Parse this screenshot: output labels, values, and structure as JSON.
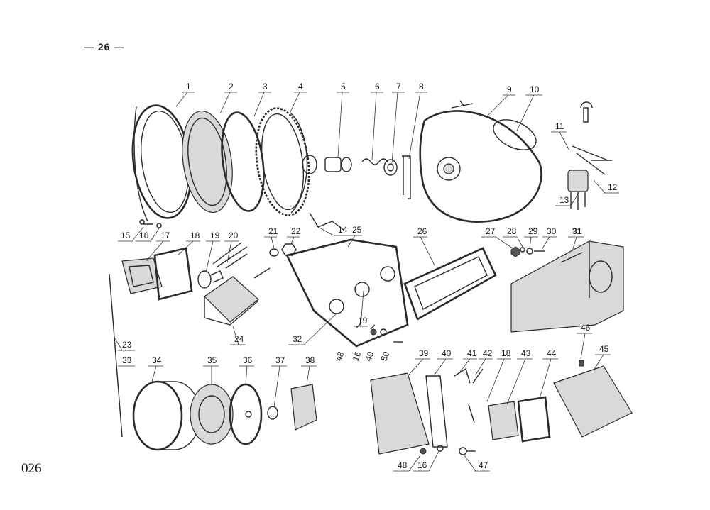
{
  "page_number": "— 26 —",
  "plate_id": "026",
  "callouts": {
    "c1": "1",
    "c2": "2",
    "c3": "3",
    "c4": "4",
    "c5": "5",
    "c6": "6",
    "c7": "7",
    "c8": "8",
    "c9": "9",
    "c10": "10",
    "c11": "11",
    "c12": "12",
    "c13": "13",
    "c14": "14",
    "c15": "15",
    "c16a": "16",
    "c17": "17",
    "c18a": "18",
    "c19a": "19",
    "c20": "20",
    "c21": "21",
    "c22": "22",
    "c23": "23",
    "c24": "24",
    "c25": "25",
    "c26": "26",
    "c27": "27",
    "c28": "28",
    "c29": "29",
    "c30": "30",
    "c31": "31",
    "c32": "32",
    "c19b": "19",
    "c48a": "48",
    "c16b": "16",
    "c49": "49",
    "c50": "50",
    "c33": "33",
    "c34": "34",
    "c35": "35",
    "c36": "36",
    "c37": "37",
    "c38": "38",
    "c39": "39",
    "c40": "40",
    "c41": "41",
    "c42": "42",
    "c18b": "18",
    "c43": "43",
    "c44": "44",
    "c45": "45",
    "c46": "46",
    "c48b": "48",
    "c16c": "16",
    "c47": "47"
  }
}
